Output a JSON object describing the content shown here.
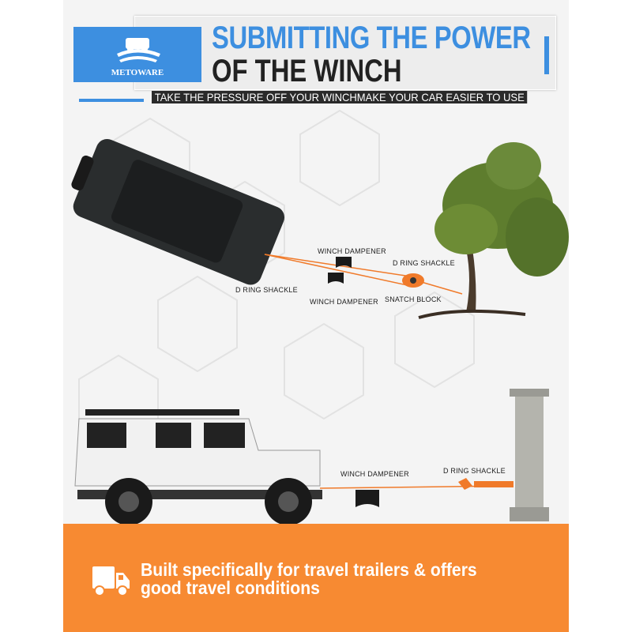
{
  "brand": {
    "name": "METOWARE"
  },
  "header": {
    "title_line1": "SUBMITTING THE POWER",
    "title_line2": "OF THE WINCH",
    "subtitle": "TAKE THE PRESSURE OFF YOUR WINCHMAKE YOUR CAR EASIER TO USE"
  },
  "diagram_top": {
    "labels": [
      "WINCH DAMPENER",
      "D RING SHACKLE",
      "D RING SHACKLE",
      "WINCH DAMPENER",
      "SNATCH BLOCK"
    ]
  },
  "diagram_bottom": {
    "labels": [
      "WINCH DAMPENER",
      "D RING SHACKLE"
    ]
  },
  "footer": {
    "icon": "truck-icon",
    "text_line1": "Built specifically for travel trailers & offers",
    "text_line2": "good travel conditions"
  },
  "colors": {
    "blue": "#3d8fe0",
    "orange": "#f78a32",
    "dark": "#222222"
  }
}
